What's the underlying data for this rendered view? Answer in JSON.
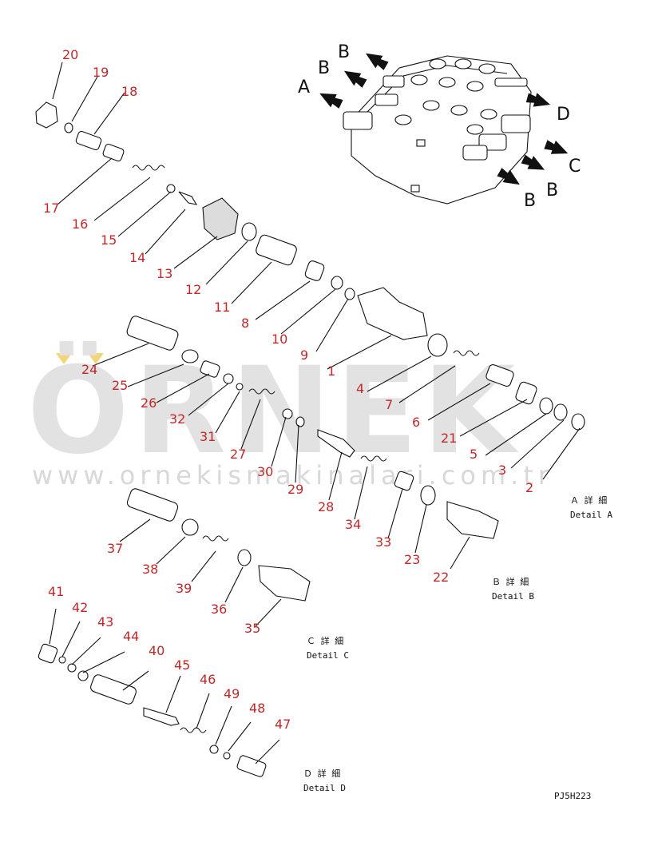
{
  "watermark": {
    "brand": "ÖRNEK",
    "url": "www.ornekismakinalari.com.tr"
  },
  "views": [
    "A",
    "B",
    "B",
    "D",
    "C",
    "B",
    "B"
  ],
  "part_numbers": [
    "20",
    "19",
    "18",
    "17",
    "16",
    "15",
    "14",
    "13",
    "12",
    "11",
    "8",
    "10",
    "9",
    "1",
    "24",
    "25",
    "26",
    "32",
    "31",
    "27",
    "30",
    "29",
    "28",
    "4",
    "7",
    "6",
    "21",
    "5",
    "3",
    "2",
    "34",
    "33",
    "23",
    "22",
    "37",
    "38",
    "39",
    "36",
    "35",
    "41",
    "42",
    "43",
    "44",
    "40",
    "45",
    "46",
    "49",
    "48",
    "47"
  ],
  "detail_labels": {
    "a": {
      "jp": "Ａ 詳 細",
      "en": "Detail A"
    },
    "b": {
      "jp": "Ｂ 詳 細",
      "en": "Detail B"
    },
    "c": {
      "jp": "Ｃ 詳 細",
      "en": "Detail C"
    },
    "d": {
      "jp": "Ｄ 詳 細",
      "en": "Detail D"
    }
  },
  "drawing_code": "PJ5H223"
}
